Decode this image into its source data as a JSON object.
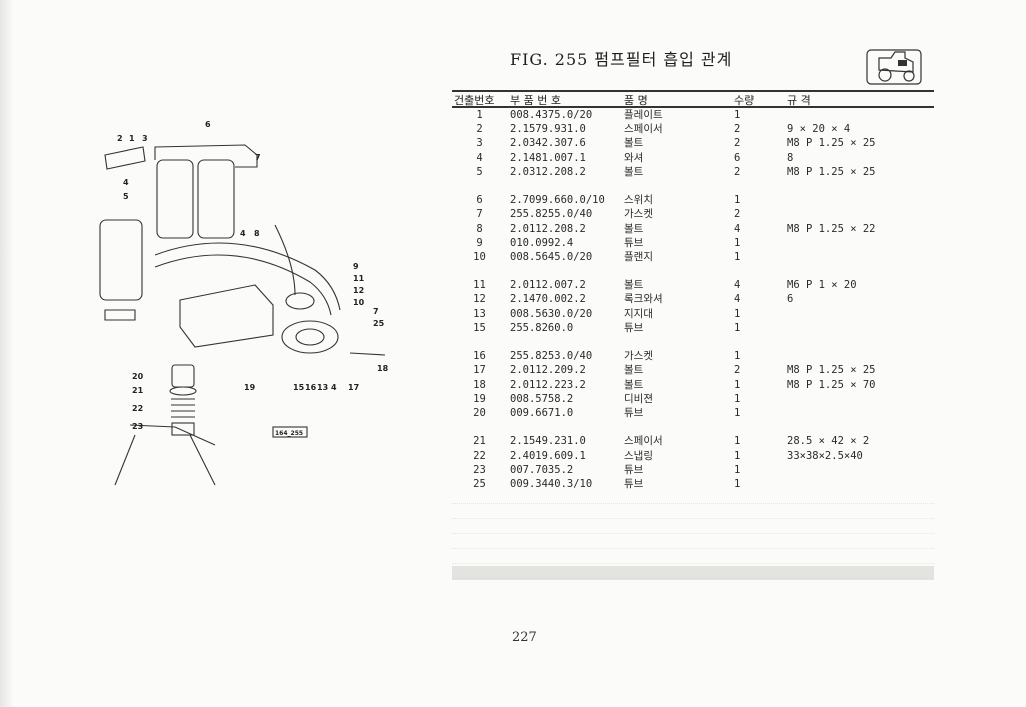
{
  "title": "FIG. 255 펌프필터 흡입 관계",
  "page_number": "227",
  "table": {
    "headers": {
      "no": "건출번호",
      "part": "부 품 번 호",
      "name": "품 명",
      "qty": "수량",
      "spec": "규 격"
    },
    "groups": [
      [
        {
          "no": "1",
          "part": "008.4375.0/20",
          "name": "플레이트",
          "qty": "1",
          "spec": ""
        },
        {
          "no": "2",
          "part": "2.1579.931.0",
          "name": "스페이서",
          "qty": "2",
          "spec": "9 × 20 × 4"
        },
        {
          "no": "3",
          "part": "2.0342.307.6",
          "name": "볼트",
          "qty": "2",
          "spec": "M8 P 1.25 × 25"
        },
        {
          "no": "4",
          "part": "2.1481.007.1",
          "name": "와셔",
          "qty": "6",
          "spec": "8"
        },
        {
          "no": "5",
          "part": "2.0312.208.2",
          "name": "볼트",
          "qty": "2",
          "spec": "M8 P 1.25 × 25"
        }
      ],
      [
        {
          "no": "6",
          "part": "2.7099.660.0/10",
          "name": "스위치",
          "qty": "1",
          "spec": ""
        },
        {
          "no": "7",
          "part": "255.8255.0/40",
          "name": "가스켓",
          "qty": "2",
          "spec": ""
        },
        {
          "no": "8",
          "part": "2.0112.208.2",
          "name": "볼트",
          "qty": "4",
          "spec": "M8 P 1.25 × 22"
        },
        {
          "no": "9",
          "part": "010.0992.4",
          "name": "튜브",
          "qty": "1",
          "spec": ""
        },
        {
          "no": "10",
          "part": "008.5645.0/20",
          "name": "플랜지",
          "qty": "1",
          "spec": ""
        }
      ],
      [
        {
          "no": "11",
          "part": "2.0112.007.2",
          "name": "볼트",
          "qty": "4",
          "spec": "M6 P 1 × 20"
        },
        {
          "no": "12",
          "part": "2.1470.002.2",
          "name": "록크와셔",
          "qty": "4",
          "spec": "6"
        },
        {
          "no": "13",
          "part": "008.5630.0/20",
          "name": "지지대",
          "qty": "1",
          "spec": ""
        },
        {
          "no": "15",
          "part": "255.8260.0",
          "name": "튜브",
          "qty": "1",
          "spec": ""
        }
      ],
      [
        {
          "no": "16",
          "part": "255.8253.0/40",
          "name": "가스켓",
          "qty": "1",
          "spec": ""
        },
        {
          "no": "17",
          "part": "2.0112.209.2",
          "name": "볼트",
          "qty": "2",
          "spec": "M8 P 1.25 × 25"
        },
        {
          "no": "18",
          "part": "2.0112.223.2",
          "name": "볼트",
          "qty": "1",
          "spec": "M8 P 1.25 × 70"
        },
        {
          "no": "19",
          "part": "008.5758.2",
          "name": "디비젼",
          "qty": "1",
          "spec": ""
        },
        {
          "no": "20",
          "part": "009.6671.0",
          "name": "튜브",
          "qty": "1",
          "spec": ""
        }
      ],
      [
        {
          "no": "21",
          "part": "2.1549.231.0",
          "name": "스페이서",
          "qty": "1",
          "spec": "28.5 × 42 × 2"
        },
        {
          "no": "22",
          "part": "2.4019.609.1",
          "name": "스냅링",
          "qty": "1",
          "spec": "33×38×2.5×40"
        },
        {
          "no": "23",
          "part": "007.7035.2",
          "name": "튜브",
          "qty": "1",
          "spec": ""
        },
        {
          "no": "25",
          "part": "009.3440.3/10",
          "name": "튜브",
          "qty": "1",
          "spec": ""
        }
      ]
    ]
  },
  "diagram": {
    "callouts": [
      "1",
      "2",
      "3",
      "4",
      "5",
      "6",
      "7",
      "8",
      "9",
      "10",
      "11",
      "12",
      "13",
      "15",
      "16",
      "17",
      "18",
      "19",
      "20",
      "21",
      "22",
      "23",
      "25"
    ],
    "ref_tag": "164_255"
  },
  "colors": {
    "ink": "#222222",
    "paper": "#fbfbf9",
    "rule": "#333333"
  }
}
